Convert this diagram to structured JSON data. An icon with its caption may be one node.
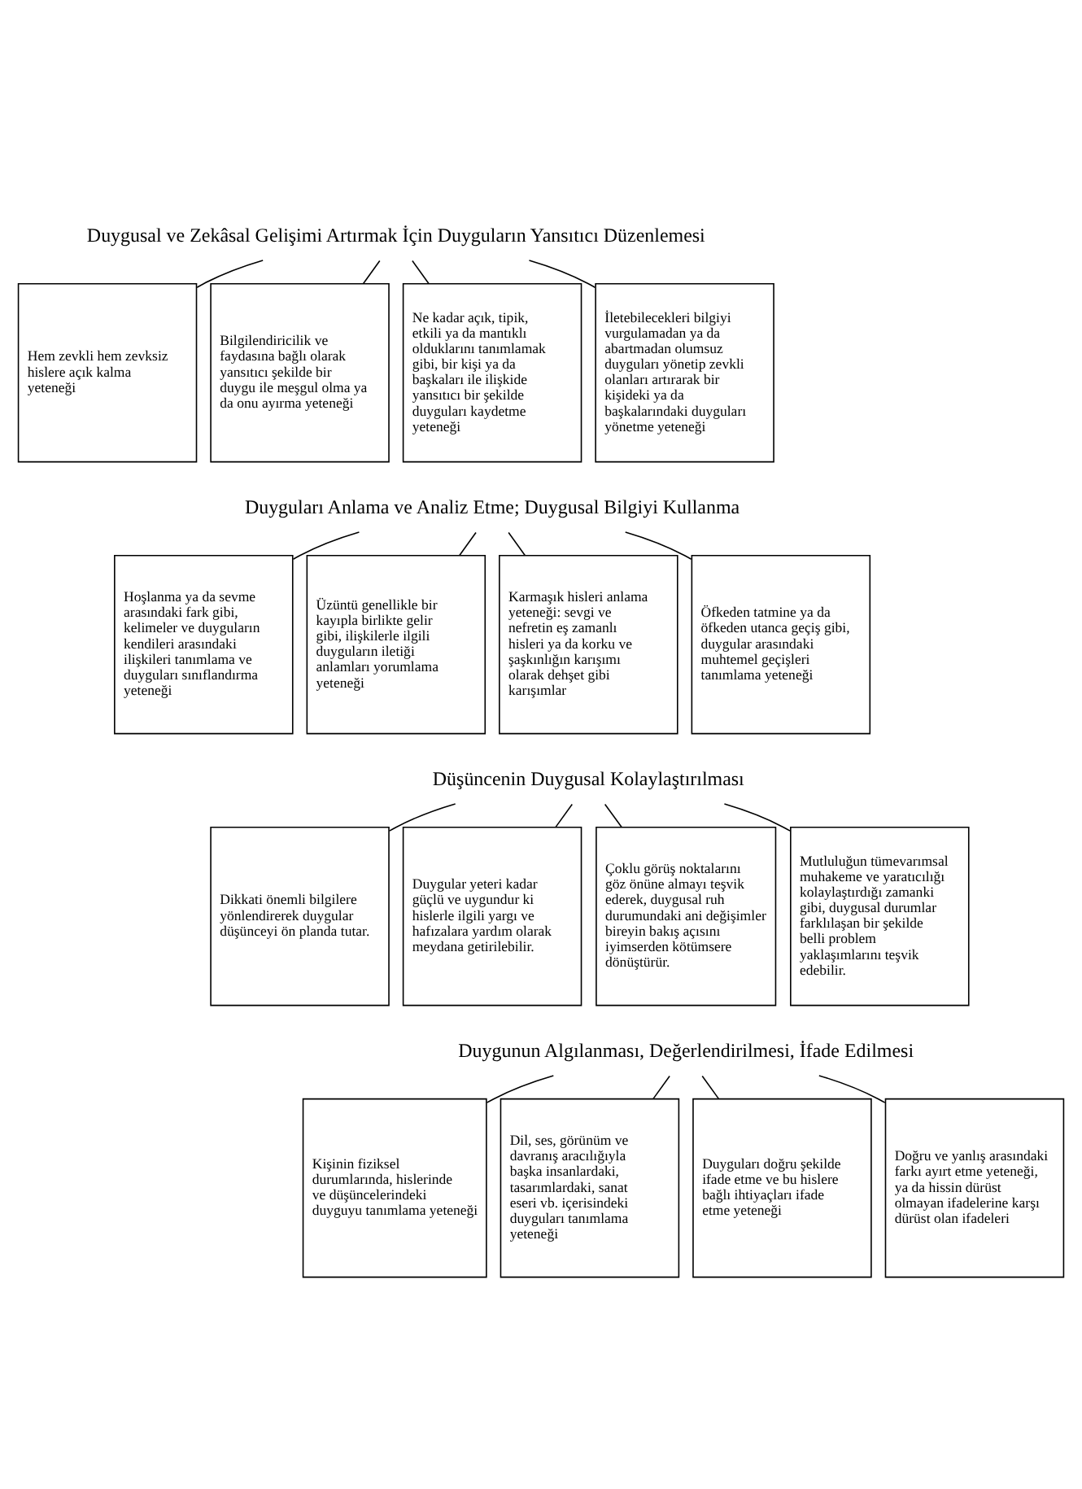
{
  "diagram": {
    "nodes": [
      {
        "text": [
          "Duygusal ve Zekâsal Gelişimi Artırmak İçin Duyguların Yansıtıcı Düzenlemesi"
        ]
      },
      {
        "text": [
          "Hem zevkli hem zevksiz hislere açık kalma yeteneği"
        ]
      },
      {
        "text": [
          "Bilgilendiricilik ve faydasına bağlı olarak yansıtıcı şekilde bir duygu ile meşgul olma ya da onu ayırma yeteneği"
        ]
      },
      {
        "text": [
          "Ne kadar açık, tipik, etkili ya da mantıklı olduklarını tanımlamak gibi, bir kişi ya da başkaları ile ilişkide yansıtıcı bir şekilde duyguları kaydetme yeteneği"
        ]
      },
      {
        "text": [
          "İletebilecekleri bilgiyi vurgulamadan ya da abartmadan olumsuz duyguları yönetip zevkli olanları artırarak bir kişideki ya da başkalarındaki duyguları yönetme yeteneği"
        ]
      },
      {
        "text": [
          "Duyguları Anlama ve Analiz Etme; Duygusal Bilgiyi Kullanma"
        ]
      },
      {
        "text": [
          "Hoşlanma ya da sevme arasındaki fark gibi, kelimeler ve duyguların kendileri arasındaki ilişkileri tanımlama ve duyguları sınıflandırma yeteneği"
        ]
      },
      {
        "text": [
          "Üzüntü genellikle bir kayıpla birlikte gelir gibi, ilişkilerle ilgili duyguların iletiği anlamları yorumlama yeteneği"
        ]
      },
      {
        "text": [
          "Karmaşık hisleri anlama yeteneği: sevgi ve nefretin eş zamanlı hisleri ya da korku ve şaşkınlığın karışımı olarak dehşet gibi karışımlar"
        ]
      },
      {
        "text": [
          "Öfkeden tatmine ya da öfkeden utanca geçiş gibi, duygular arasındaki muhtemel geçişleri tanımlama yeteneği"
        ]
      },
      {
        "text": [
          "Düşüncenin Duygusal Kolaylaştırılması"
        ]
      },
      {
        "text": [
          "Dikkati önemli bilgilere yönlendirerek duygular düşünceyi ön planda tutar."
        ]
      },
      {
        "text": [
          "Duygular yeteri kadar güçlü ve uygundur ki hislerle ilgili yargı ve hafızalara yardım olarak meydana getirilebilir."
        ]
      },
      {
        "text": [
          "Çoklu görüş noktalarını göz önüne almayı teşvik ederek, duygusal ruh durumundaki ani değişimler bireyin bakış açısını iyimserden kötümsere dönüştürür."
        ]
      },
      {
        "text": [
          "Mutluluğun tümevarımsal muhakeme ve yaratıcılığı kolaylaştırdığı zamanki gibi, duygusal durumlar farklılaşan bir şekilde belli problem yaklaşımlarını teşvik edebilir."
        ]
      },
      {
        "text": [
          "Duygunun Algılanması, Değerlendirilmesi, İfade Edilmesi"
        ]
      },
      {
        "text": [
          "Kişinin fiziksel durumlarında, hislerinde ve düşüncelerindeki duyguyu tanımlama yeteneği"
        ]
      },
      {
        "text": [
          "Dil, ses, görünüm ve davranış aracılığıyla başka insanlardaki, tasarımlardaki, sanat eseri vb. içerisindeki duyguları tanımlama yeteneği"
        ]
      },
      {
        "text": [
          "Duyguları doğru şekilde ifade etme ve bu hislere bağlı ihtiyaçları ifade etme yeteneği"
        ]
      },
      {
        "text": [
          "Doğru ve yanlış arasındaki farkı ayırt etme yeteneği, ya da hissin dürüst olmayan ifadelerine karşı dürüst olan ifadeleri"
        ]
      }
    ],
    "edges": [
      {
        "from": 0,
        "to": 1,
        "arrow": "none"
      },
      {
        "from": 0,
        "to": 2,
        "arrow": "none"
      },
      {
        "from": 0,
        "to": 3,
        "arrow": "none"
      },
      {
        "from": 0,
        "to": 4,
        "arrow": "none"
      },
      {
        "from": 5,
        "to": 6,
        "arrow": "none"
      },
      {
        "from": 5,
        "to": 7,
        "arrow": "none"
      },
      {
        "from": 5,
        "to": 8,
        "arrow": "none"
      },
      {
        "from": 5,
        "to": 9,
        "arrow": "none"
      },
      {
        "from": 10,
        "to": 11,
        "arrow": "none"
      },
      {
        "from": 10,
        "to": 12,
        "arrow": "none"
      },
      {
        "from": 10,
        "to": 13,
        "arrow": "none"
      },
      {
        "from": 10,
        "to": 14,
        "arrow": "none"
      },
      {
        "from": 15,
        "to": 16,
        "arrow": "none"
      },
      {
        "from": 15,
        "to": 17,
        "arrow": "none"
      },
      {
        "from": 15,
        "to": 18,
        "arrow": "none"
      },
      {
        "from": 15,
        "to": 19,
        "arrow": "none"
      }
    ]
  }
}
